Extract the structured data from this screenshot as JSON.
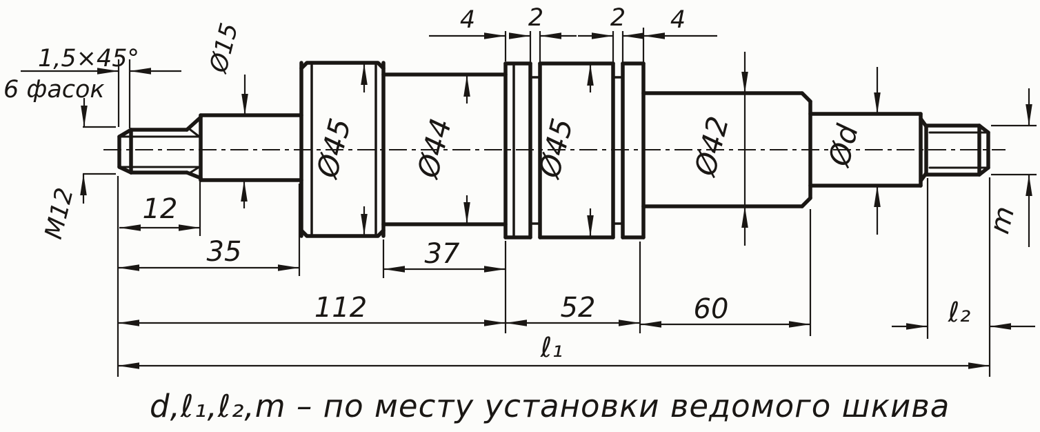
{
  "drawing": {
    "caption": "d,ℓ₁,ℓ₂,m – по месту установки ведомого шкива",
    "ink": "#1a1714",
    "paper": "#fcfcfa",
    "labels": {
      "chamfer": "1,5×45°",
      "chamfer_note": "6 фасок",
      "thread_left": "M12",
      "dia15": "Ø15",
      "dia45_left": "Ø45",
      "dia44": "Ø44",
      "dia45_mid": "Ø45",
      "dia42": "Ø42",
      "dia_d": "Ød",
      "thread_right_len": "m",
      "len12": "12",
      "len35": "35",
      "len37": "37",
      "len112": "112",
      "len52": "52",
      "len60": "60",
      "len_l1": "ℓ₁",
      "len_l2": "ℓ₂",
      "collar_left_width": "4",
      "groove_left_width": "2",
      "groove_right_width": "2",
      "collar_right_width": "4"
    }
  }
}
